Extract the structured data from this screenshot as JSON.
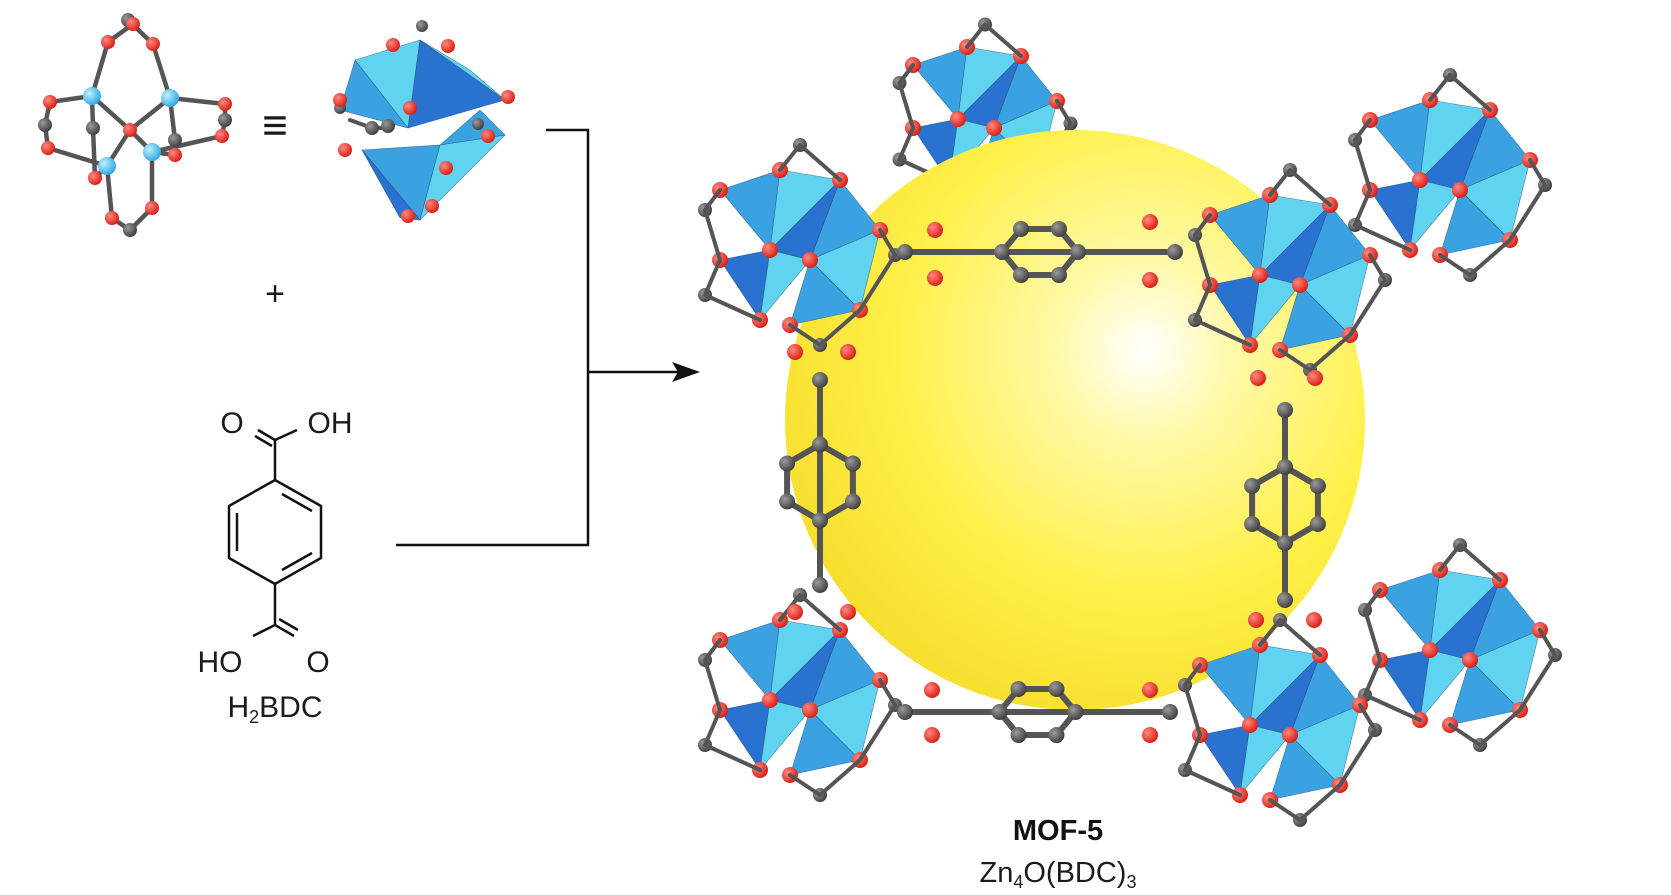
{
  "reactant_cluster": {
    "equivalence_symbol": "≡"
  },
  "plus_symbol": "+",
  "linker": {
    "top_group": {
      "o": "O",
      "oh": "OH"
    },
    "bottom_group": {
      "ho": "HO",
      "o": "O"
    },
    "name": {
      "prefix": "H",
      "subscript": "2",
      "suffix": "BDC"
    }
  },
  "product": {
    "title": "MOF-5",
    "formula": {
      "part1": "Zn",
      "sub1": "4",
      "part2": "O(BDC)",
      "sub2": "3"
    }
  },
  "colors": {
    "oxygen": "#e8231b",
    "carbon": "#5a5a5a",
    "zinc": "#52c3ef",
    "tetra_light": "#5fd3f0",
    "tetra_mid": "#3aa2e0",
    "tetra_dark": "#2a72d0",
    "pore_sphere": "#fff24a",
    "bond": "#555555",
    "arrow": "#111111"
  }
}
